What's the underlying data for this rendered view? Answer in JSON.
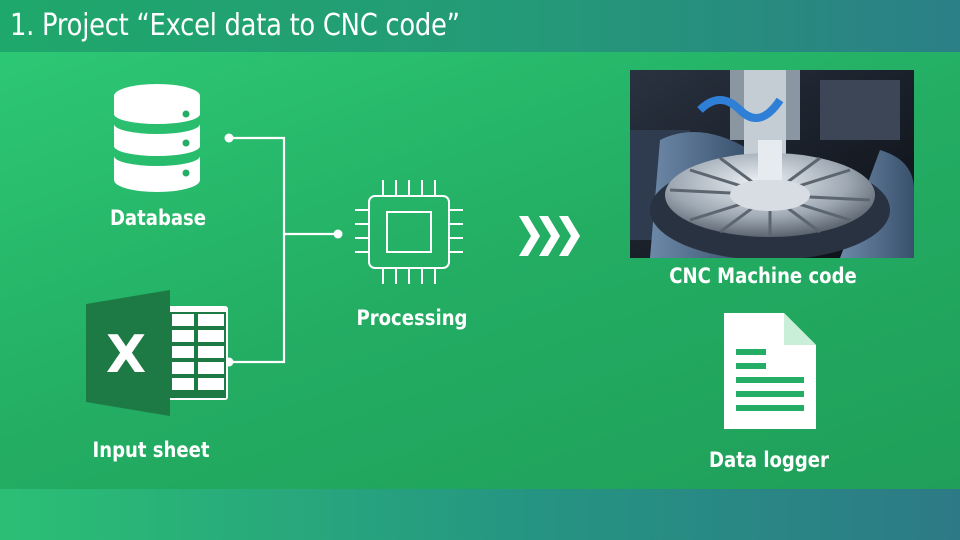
{
  "slide": {
    "title": "1. Project “Excel data to CNC code”"
  },
  "nodes": {
    "database": {
      "label": "Database",
      "icon": "database-icon"
    },
    "input_sheet": {
      "label": "Input sheet",
      "icon": "excel-icon",
      "icon_letter": "X"
    },
    "processing": {
      "label": "Processing",
      "icon": "processor-chip-icon"
    },
    "cnc": {
      "label": "CNC Machine code",
      "icon": "cnc-machine-photo"
    },
    "data_logger": {
      "label": "Data logger",
      "icon": "document-icon"
    }
  },
  "flow_icon": "triple-chevron-right-icon",
  "colors": {
    "background": "#25b066",
    "title_bar": "#249a78",
    "excel_green": "#1e7a45",
    "text": "#ffffff"
  }
}
